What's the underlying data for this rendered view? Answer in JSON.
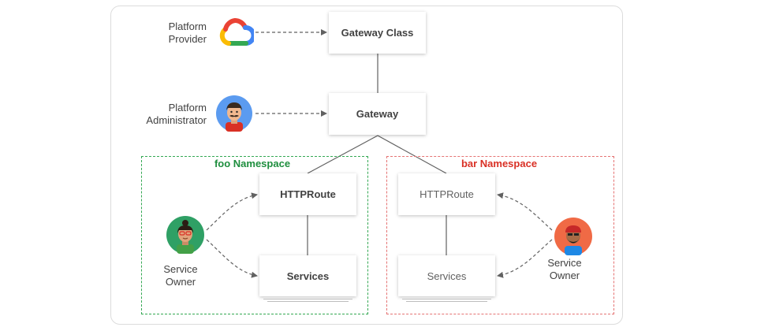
{
  "actors": {
    "platform_provider": "Platform\nProvider",
    "platform_administrator": "Platform\nAdministrator",
    "service_owner_foo": "Service\nOwner",
    "service_owner_bar": "Service\nOwner"
  },
  "boxes": {
    "gateway_class": "Gateway Class",
    "gateway": "Gateway",
    "foo_httproute": "HTTPRoute",
    "foo_services": "Services",
    "bar_httproute": "HTTPRoute",
    "bar_services": "Services"
  },
  "namespaces": {
    "foo": {
      "title": "foo Namespace",
      "color": "#1e8e3e"
    },
    "bar": {
      "title": "bar Namespace",
      "color": "#d93025"
    }
  },
  "colors": {
    "connector": "#616161",
    "google_blue": "#4285f4",
    "google_red": "#ea4335",
    "google_yellow": "#fbbc04",
    "google_green": "#34a853"
  },
  "icons": {
    "platform_provider": "google-cloud-logo-icon",
    "platform_administrator": "man-mustache-avatar-icon",
    "service_owner_foo": "woman-glasses-avatar-icon",
    "service_owner_bar": "man-beard-avatar-icon"
  }
}
